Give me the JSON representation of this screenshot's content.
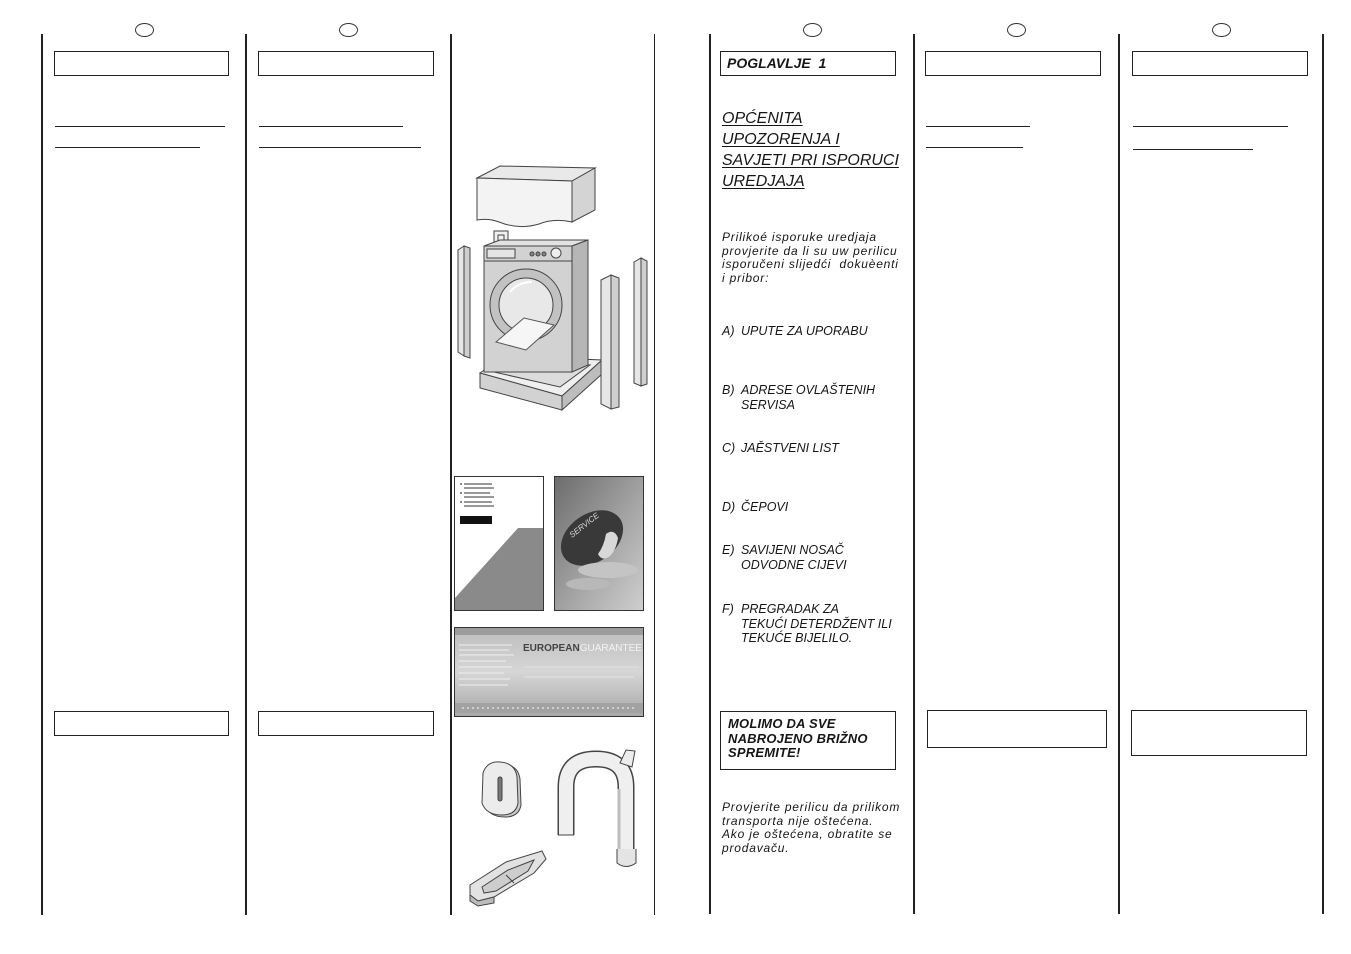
{
  "chapter_section": {
    "chapter_label": "POGLAVLJE  1",
    "title_lines": [
      "OPĆENITA",
      "UPOZORENJA I",
      "SAVJETI PRI ISPORUCI",
      "UREDJAJA"
    ],
    "intro_lines": [
      "Prilikoé isporuke uredjaja",
      "provjerite da li su uw perilicu",
      "isporučeni slijedći  dokuèenti",
      "i pribor:"
    ],
    "checklist": [
      {
        "letter": "A)",
        "lines": [
          "UPUTE ZA UPORABU"
        ]
      },
      {
        "letter": "B)",
        "lines": [
          "ADRESE OVLAŠTENIH",
          "SERVISA"
        ]
      },
      {
        "letter": "C)",
        "lines": [
          "JAĚSTVENI LIST"
        ]
      },
      {
        "letter": "D)",
        "lines": [
          "ČEPOVI"
        ]
      },
      {
        "letter": "E)",
        "lines": [
          "SAVIJENI NOSAČ",
          "ODVODNE CIJEVI"
        ]
      },
      {
        "letter": "F)",
        "lines": [
          "PREGRADAK ZA",
          "TEKUĆI DETERDŽENT ILI",
          "TEKUĆE BIJELILO."
        ]
      }
    ],
    "notice_lines": [
      "MOLIMO DA SVE",
      "NABROJENO BRIŽNO",
      "SPREMITE!"
    ],
    "closing_lines": [
      "Provjerite perilicu da prilikom",
      "transporta nije oštećena.",
      "Ako je oštećena, obratite se",
      "prodavaču."
    ]
  },
  "illustrations": {
    "service_card_text": "SERVICE",
    "guarantee_brand_bold": "EUROPEAN",
    "guarantee_brand_light": "GUARANTEE"
  }
}
